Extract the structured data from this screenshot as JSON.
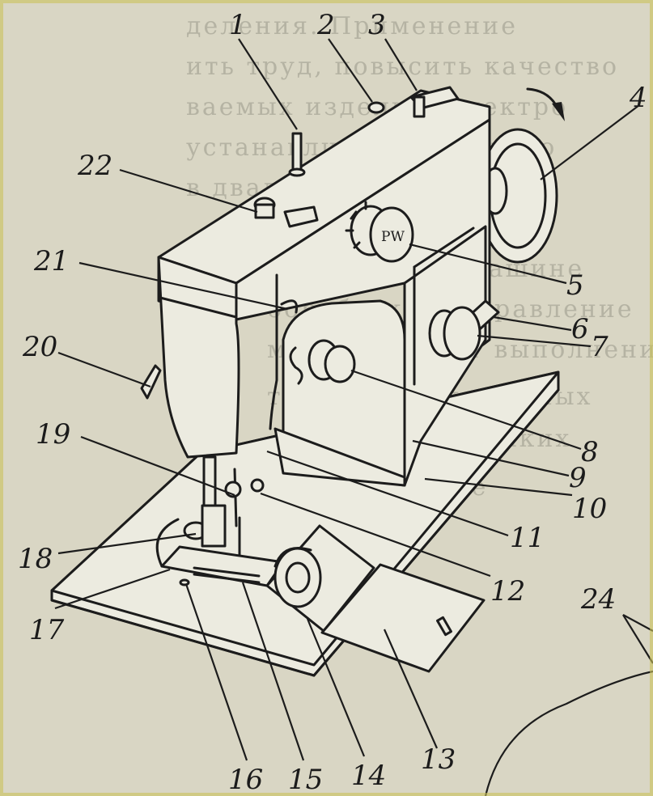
{
  "labels": {
    "n1": "1",
    "n2": "2",
    "n3": "3",
    "n4": "4",
    "n5": "5",
    "n6": "6",
    "n7": "7",
    "n8": "8",
    "n9": "9",
    "n10": "10",
    "n11": "11",
    "n12": "12",
    "n13": "13",
    "n14": "14",
    "n15": "15",
    "n16": "16",
    "n17": "17",
    "n18": "18",
    "n19": "19",
    "n20": "20",
    "n21": "21",
    "n22": "22",
    "n24": "24"
  },
  "dial_text": "PW",
  "colors": {
    "paper": "#d9d6c4",
    "ink": "#1c1c1c",
    "machine": "#ecebe0",
    "frame": "#c9c25a"
  }
}
